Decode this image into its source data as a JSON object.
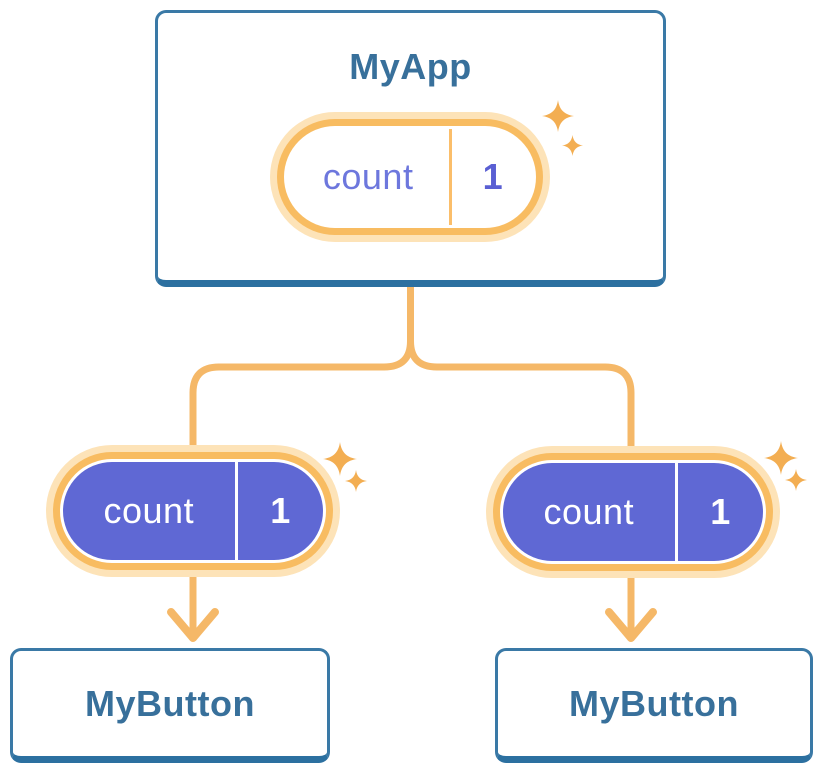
{
  "diagram": {
    "root": {
      "title": "MyApp",
      "state": {
        "name": "count",
        "value": "1"
      }
    },
    "children": [
      {
        "title": "MyButton",
        "state": {
          "name": "count",
          "value": "1"
        }
      },
      {
        "title": "MyButton",
        "state": {
          "name": "count",
          "value": "1"
        }
      }
    ]
  },
  "colors": {
    "card_border": "#3A79A6",
    "card_border_bottom": "#2C70A0",
    "card_title_text": "#38709B",
    "pill_glow": "#FDE3B8",
    "pill_ring": "#F8BC61",
    "pill_divider_light": "#FBBE6A",
    "pill_fill_solid": "#5F68D4",
    "state_name_text_light": "#6D77DD",
    "state_value_text_light": "#5A5FD3",
    "state_text_on_solid": "#FFFFFF",
    "connector": "#F5B868",
    "sparkle": "#F3AE52"
  }
}
